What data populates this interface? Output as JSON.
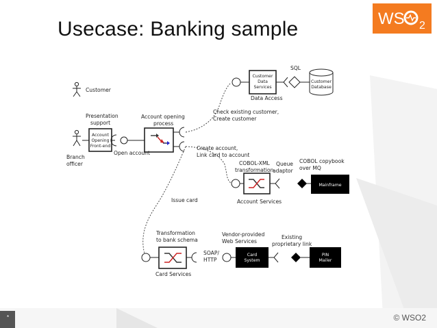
{
  "slide": {
    "title": "Usecase: Banking sample",
    "copyright": "© WSO2",
    "page_number": "*",
    "brand_color": "#f47b20"
  },
  "logo": {
    "text_left": "WS",
    "text_right": "2"
  },
  "actors": {
    "customer": "Customer",
    "branch_officer": [
      "Branch",
      "officer"
    ]
  },
  "components": {
    "presentation_support": [
      "Presentation",
      "support"
    ],
    "front_end_box": [
      "Account",
      "Opening",
      "Front-end"
    ],
    "account_opening_process": [
      "Account opening",
      "process"
    ],
    "data_access_box": [
      "Customer",
      "Data",
      "Services"
    ],
    "data_access_label": "Data Access",
    "customer_database": [
      "Customer",
      "Database"
    ],
    "account_services_label": "Account Services",
    "card_services_label": "Card Services",
    "mainframe": "Mainframe",
    "card_system": [
      "Card",
      "System"
    ],
    "pin_mailer": [
      "PIN",
      "Mailer"
    ]
  },
  "connection_labels": {
    "open_account": "Open account",
    "sql": "SQL",
    "check_customer": [
      "Check existing customer,",
      "Create customer"
    ],
    "create_account": [
      "Create account,",
      "Link card to account"
    ],
    "cobol_xml": [
      "COBOL-XML",
      "transformation"
    ],
    "queue_adaptor": [
      "Queue",
      "adaptor"
    ],
    "cobol_copybook": [
      "COBOL copybook",
      "over MQ"
    ],
    "issue_card": "Issue card",
    "transformation_bank": [
      "Transformation",
      "to bank schema"
    ],
    "soap_http": [
      "SOAP/",
      "HTTP"
    ],
    "vendor_services": [
      "Vendor-provided",
      "Web Services"
    ],
    "existing_link": [
      "Existing",
      "proprietary link"
    ]
  }
}
